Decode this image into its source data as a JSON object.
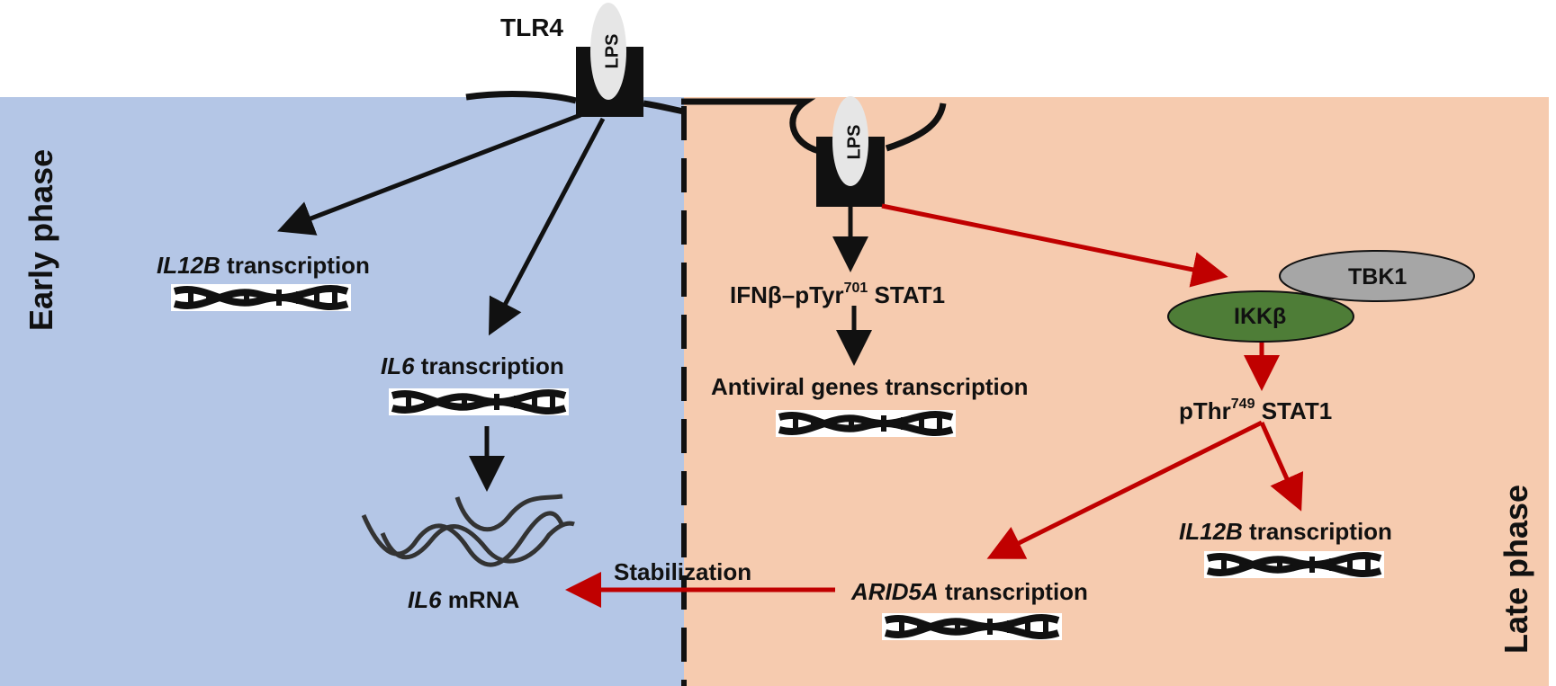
{
  "colors": {
    "early_bg": "#b4c6e6",
    "late_bg": "#f6cbaf",
    "black_arrow": "#111111",
    "red_arrow": "#c00000",
    "ikkb_fill": "#4e7d37",
    "tbk1_fill": "#a6a6a6",
    "lps_fill": "#e6e6e6"
  },
  "phases": {
    "early": "Early phase",
    "late": "Late phase"
  },
  "receptor": {
    "name": "TLR4",
    "ligand": "LPS"
  },
  "early_nodes": {
    "il12b": {
      "gene": "IL12B",
      "suffix": " transcription"
    },
    "il6": {
      "gene": "IL6",
      "suffix": " transcription"
    },
    "il6_mrna": {
      "gene": "IL6",
      "suffix": " mRNA"
    }
  },
  "late_nodes": {
    "ifnb_stat1": {
      "prefix": "IFNβ–pTyr",
      "sup": "701",
      "suffix": " STAT1"
    },
    "antiviral": "Antiviral genes transcription",
    "tbk1": "TBK1",
    "ikkb": "IKKβ",
    "pthr_stat1": {
      "prefix": "pThr",
      "sup": "749",
      "suffix": " STAT1"
    },
    "il12b": {
      "gene": "IL12B",
      "suffix": " transcription"
    },
    "arid5a": {
      "gene": "ARID5A",
      "suffix": " transcription"
    }
  },
  "edges": {
    "stabilization": "Stabilization"
  },
  "icons": [
    "dna-helix-icon",
    "mrna-strand-icon",
    "receptor-icon"
  ]
}
